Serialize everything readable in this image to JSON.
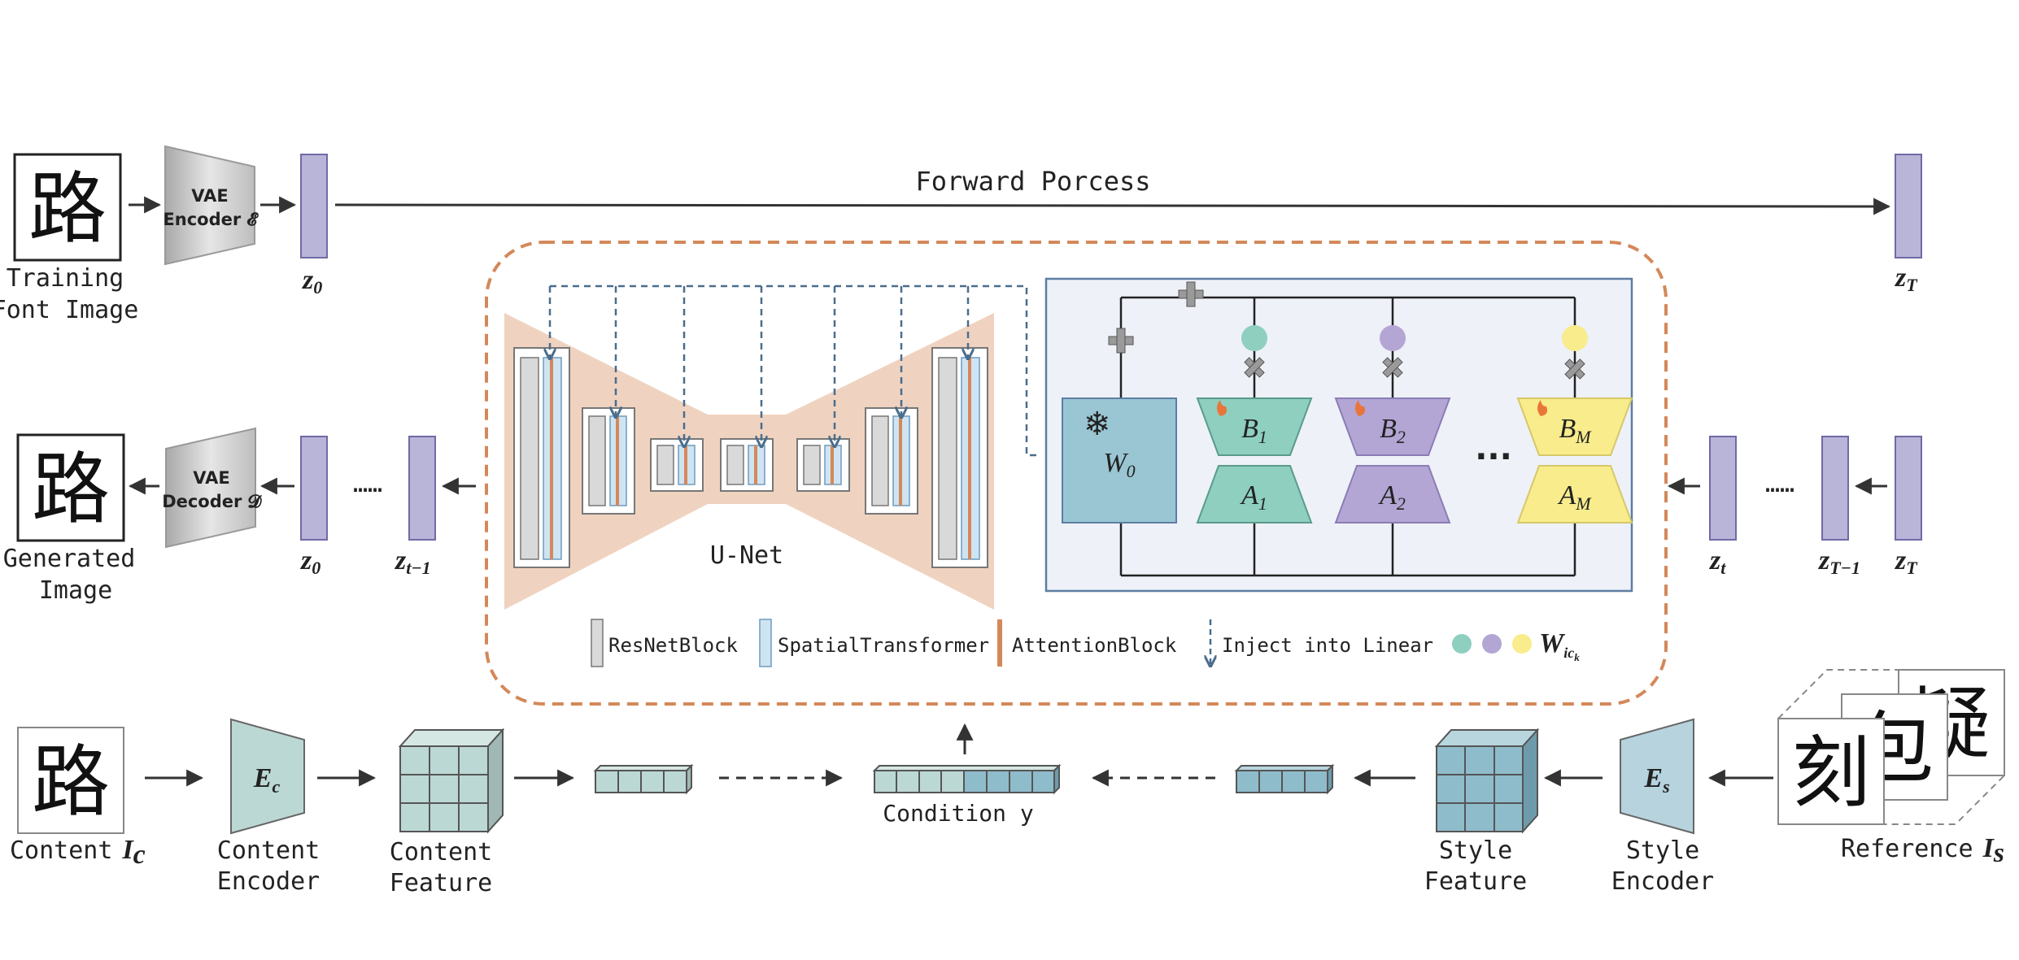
{
  "forward_process": "Forward Porcess",
  "training": {
    "glyph": "路",
    "label_line1": "Training",
    "label_line2": "Font Image",
    "encoder_line1": "VAE",
    "encoder_line2": "Encoder 𝓔",
    "z0": "z",
    "z0_sub": "0",
    "zT": "z",
    "zT_sub": "T"
  },
  "generation": {
    "glyph": "路",
    "label_line1": "Generated",
    "label_line2": "Image",
    "decoder_line1": "VAE",
    "decoder_line2": "Decoder 𝓓",
    "z0": "z",
    "z0_sub": "0",
    "zt1": "z",
    "zt1_sub": "t−1",
    "dots": "……",
    "zt": "z",
    "zt_sub": "t",
    "zT1": "z",
    "zT1_sub": "T−1",
    "zT": "z",
    "zT_sub": "T"
  },
  "unet": {
    "label": "U-Net"
  },
  "lora": {
    "w0": "W",
    "w0_sub": "0",
    "b1": "B",
    "b1_sub": "1",
    "a1": "A",
    "a1_sub": "1",
    "b2": "B",
    "b2_sub": "2",
    "a2": "A",
    "a2_sub": "2",
    "bm": "B",
    "bm_sub": "M",
    "am": "A",
    "am_sub": "M",
    "ellipsis": "···",
    "colors": {
      "c1": "#8ecfc0",
      "c2": "#b3a6d4",
      "c3": "#f8ec8c",
      "w0_fill": "#9ac6d3",
      "panel_fill": "#eef1f8"
    }
  },
  "legend": {
    "resnet": "ResNetBlock",
    "spatial": "SpatialTransformer",
    "attention": "AttentionBlock",
    "inject": "Inject into Linear",
    "weight": "W",
    "weight_sub": "ic",
    "weight_subsub": "k"
  },
  "content": {
    "glyph": "路",
    "label": "Content",
    "label_sym": "I",
    "label_sub": "c",
    "encoder_sym": "E",
    "encoder_sub": "c",
    "encoder_line1": "Content",
    "encoder_line2": "Encoder",
    "feature_line1": "Content",
    "feature_line2": "Feature"
  },
  "condition": {
    "label": "Condition y"
  },
  "style": {
    "encoder_sym": "E",
    "encoder_sub": "s",
    "encoder_line1": "Style",
    "encoder_line2": "Encoder",
    "feature_line1": "Style",
    "feature_line2": "Feature",
    "ref_label": "Reference",
    "ref_sym": "I",
    "ref_sub": "s",
    "glyph_front": "刻",
    "glyph_mid": "包",
    "glyph_back": "疑"
  }
}
